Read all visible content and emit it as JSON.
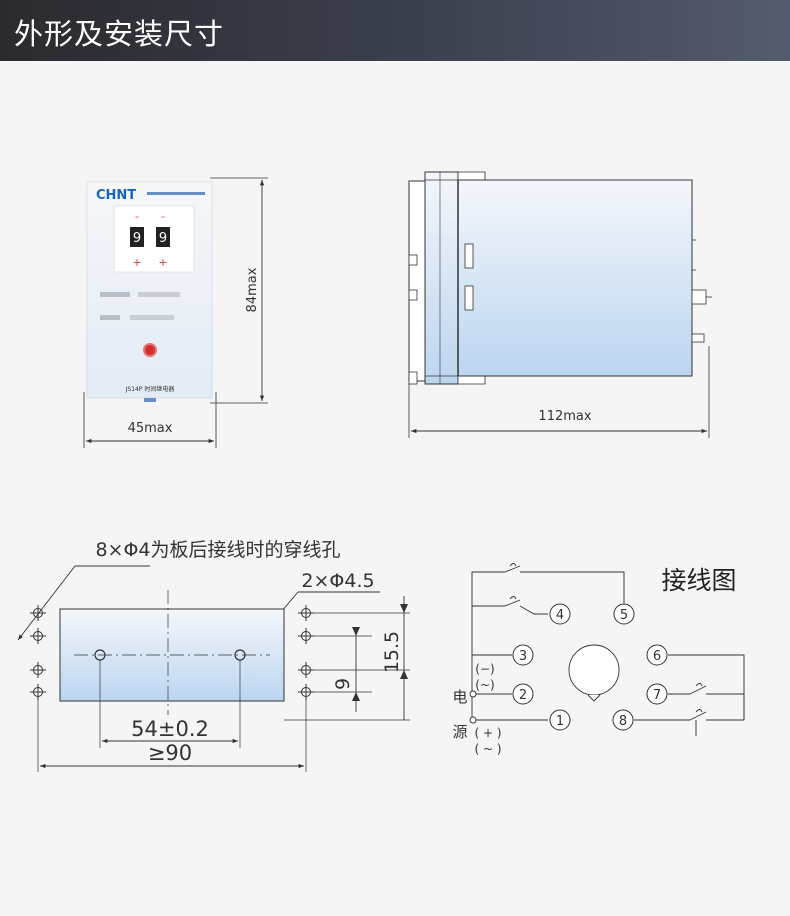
{
  "header": {
    "title": "外形及安装尺寸"
  },
  "front_view": {
    "brand": "CHNT",
    "digits": [
      "9",
      "9"
    ],
    "minus_signs": [
      "-",
      "-"
    ],
    "plus_signs": [
      "+",
      "+"
    ],
    "model_text": "JS14P 时间继电器",
    "height_label": "84max",
    "width_label": "45max"
  },
  "side_view": {
    "depth_label": "112max"
  },
  "mounting": {
    "holes_note": "8×Φ4为板后接线时的穿线孔",
    "mount_holes": "2×Φ4.5",
    "dim_15_5": "15.5",
    "dim_9": "9",
    "dim_54": "54±0.2",
    "dim_90": "≥90"
  },
  "wiring": {
    "title": "接线图",
    "terminals": [
      "1",
      "2",
      "3",
      "4",
      "5",
      "6",
      "7",
      "8"
    ],
    "power_label_1": "电",
    "power_label_2": "源",
    "neg_label": "(−)",
    "ac_label_top": "(~)",
    "pos_label": "( + )",
    "ac_label_bottom": "( ~ )"
  },
  "colors": {
    "accent_red": "#e53935",
    "panel_blue": "#dce8f6",
    "line": "#333333"
  }
}
